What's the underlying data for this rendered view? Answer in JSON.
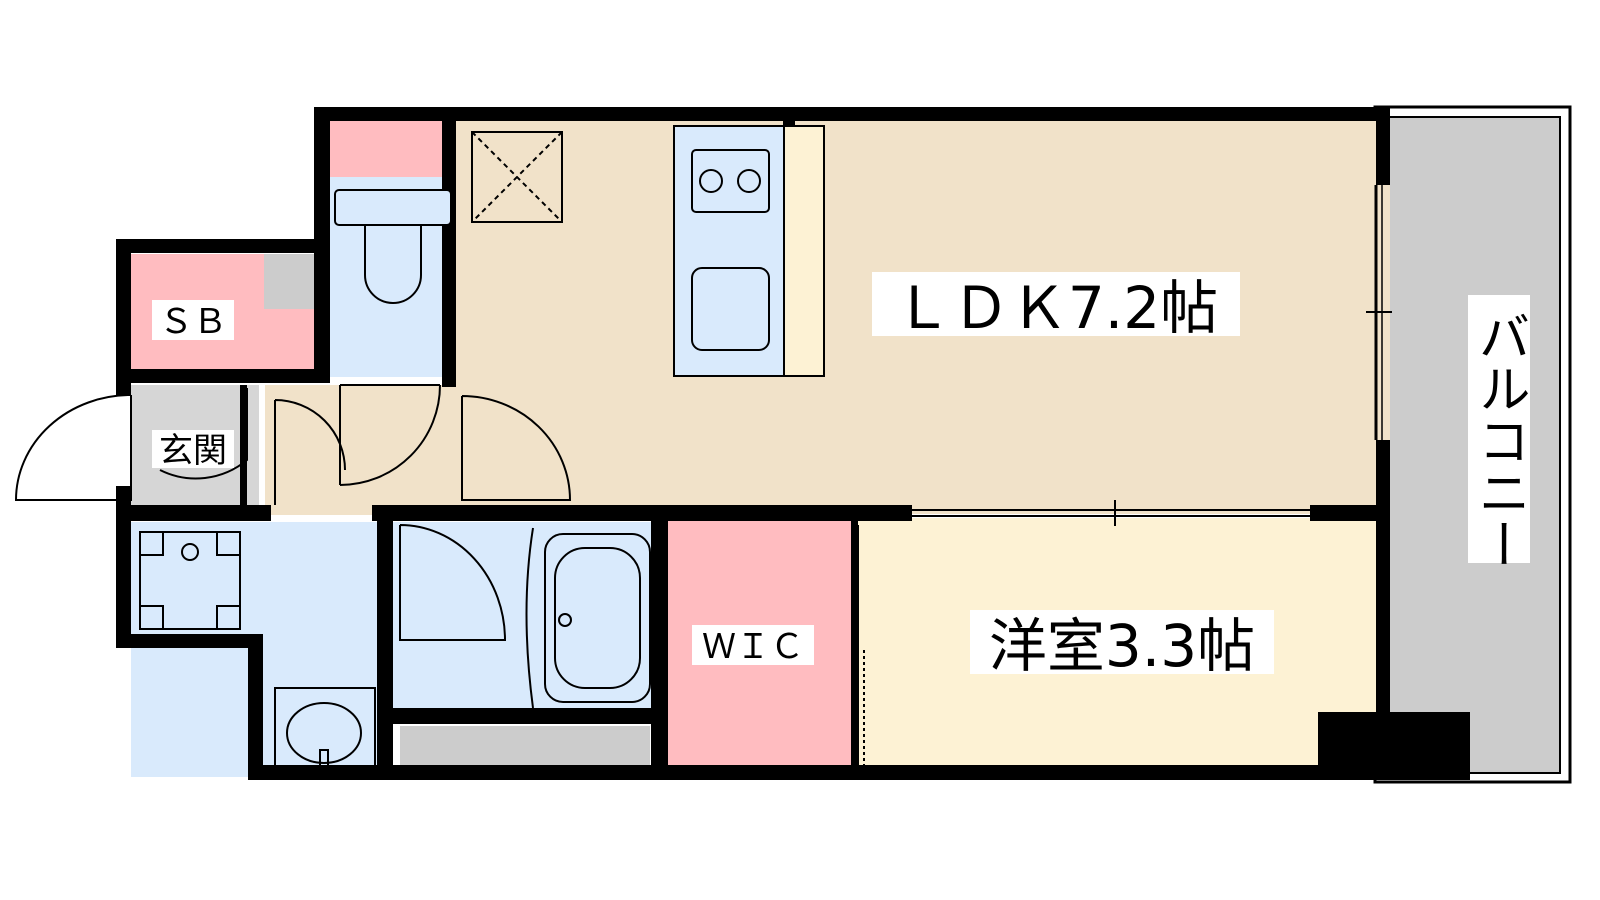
{
  "rooms": {
    "ldk": "ＬＤＫ7.2帖",
    "western": "洋室3.3帖",
    "balcony": "バルコニー",
    "wic": "ＷＩＣ",
    "sb": "ＳＢ",
    "entrance": "玄関"
  },
  "colors": {
    "wall": "#000000",
    "ldk_floor": "#f1e2c9",
    "western_floor": "#fdf2d4",
    "storage_pink": "#ffbcc0",
    "wet_blue": "#d9eafc",
    "balcony_gray": "#cccccc",
    "entrance_gray": "#d6d6d6"
  },
  "icons": [
    "stove-icon",
    "sink-icon",
    "toilet-icon",
    "bathtub-icon",
    "washbasin-icon",
    "laundry-pan-icon",
    "fridge-space-icon"
  ]
}
